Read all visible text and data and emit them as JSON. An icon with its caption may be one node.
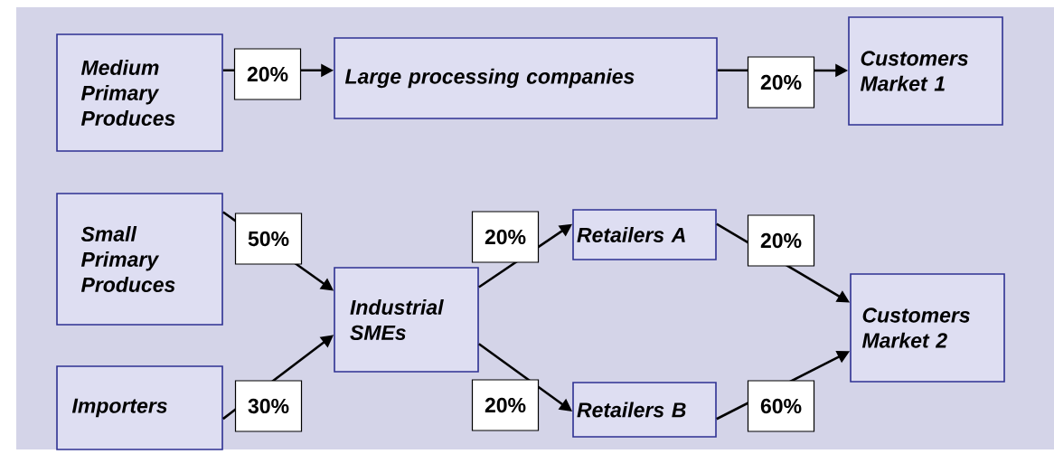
{
  "diagram": {
    "nodes": [
      {
        "text": [
          "Medium Primary Produces"
        ]
      },
      {
        "text": [
          "Large processing companies"
        ]
      },
      {
        "text": [
          "Customers Market 1"
        ]
      },
      {
        "text": [
          "Small Primary Produces"
        ]
      },
      {
        "text": [
          "Industrial SMEs"
        ]
      },
      {
        "text": [
          "Retailers A"
        ]
      },
      {
        "text": [
          "Customers Market 2"
        ]
      },
      {
        "text": [
          "Importers"
        ]
      },
      {
        "text": [
          "Retailers B"
        ]
      }
    ],
    "edges": [
      {
        "from": 0,
        "to": 1,
        "arrow": "to",
        "label": "20%"
      },
      {
        "from": 1,
        "to": 2,
        "arrow": "to",
        "label": "20%"
      },
      {
        "from": 3,
        "to": 4,
        "arrow": "to",
        "label": "50%"
      },
      {
        "from": 7,
        "to": 4,
        "arrow": "to",
        "label": "30%"
      },
      {
        "from": 4,
        "to": 5,
        "arrow": "to",
        "label": "20%"
      },
      {
        "from": 4,
        "to": 8,
        "arrow": "to",
        "label": "20%"
      },
      {
        "from": 5,
        "to": 6,
        "arrow": "to",
        "label": "20%"
      },
      {
        "from": 8,
        "to": 6,
        "arrow": "to",
        "label": "60%"
      }
    ]
  }
}
